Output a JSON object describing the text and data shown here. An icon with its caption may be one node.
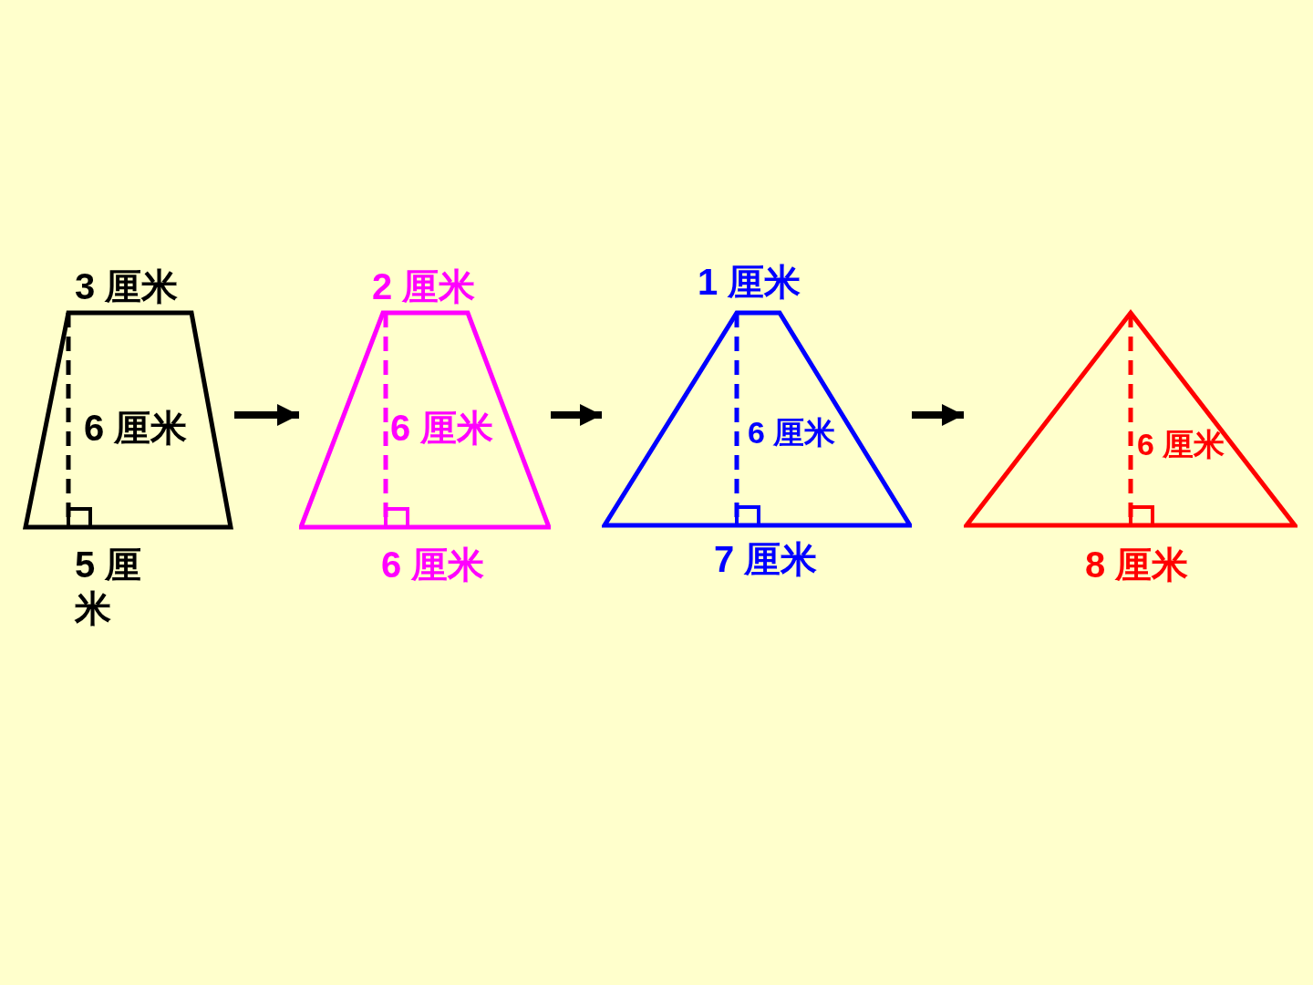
{
  "diagram": {
    "nodes": [
      {
        "text": [
          "3 厘米",
          "6 厘米",
          "5 厘米"
        ]
      },
      {
        "text": [
          "2 厘米",
          "6 厘米",
          "6 厘米"
        ]
      },
      {
        "text": [
          "1 厘米",
          "6 厘米",
          "7 厘米"
        ]
      },
      {
        "text": [
          "6 厘米",
          "8 厘米"
        ]
      }
    ],
    "edges": [
      {
        "from": 0,
        "to": 1,
        "arrow": "to"
      },
      {
        "from": 1,
        "to": 2,
        "arrow": "to"
      },
      {
        "from": 2,
        "to": 3,
        "arrow": "to"
      }
    ]
  }
}
